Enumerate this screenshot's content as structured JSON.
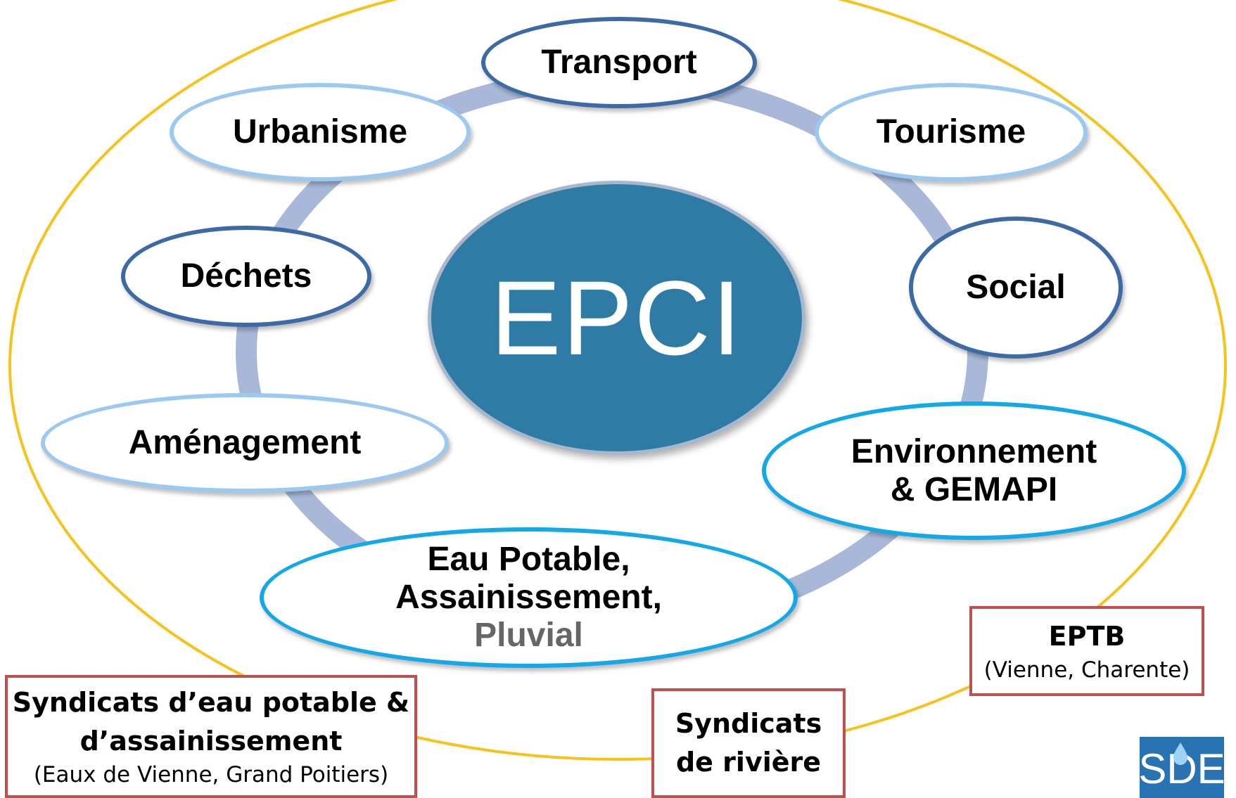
{
  "center": {
    "label": "EPCI"
  },
  "competences": {
    "transport": "Transport",
    "urbanisme": "Urbanisme",
    "tourisme": "Tourisme",
    "dechets": "Déchets",
    "social": "Social",
    "amenagement": "Aménagement",
    "environnement": [
      "Environnement",
      "& GEMAPI"
    ],
    "eau": [
      "Eau Potable,",
      "Assainissement,",
      "Pluvial"
    ]
  },
  "structures": {
    "syndicats_eau": {
      "title_lines": [
        "Syndicats d’eau potable &",
        "d’assainissement"
      ],
      "note": "(Eaux de Vienne, Grand Poitiers)"
    },
    "syndicats_riviere": {
      "title_lines": [
        "Syndicats",
        "de rivière"
      ]
    },
    "eptb": {
      "title": "EPTB",
      "note": "(Vienne, Charente)"
    }
  },
  "logo": {
    "text": "SDE"
  },
  "colors": {
    "outer_ring": "#f6c21c",
    "inner_ring": "#a9b8d8",
    "center_fill": "#2e7ca6",
    "dark_border": "#3d6aa5",
    "light_border": "#9dc9f1",
    "cyan_border": "#14a9e6",
    "box_border": "#c0504d",
    "logo_blue": "#2a73b2"
  }
}
